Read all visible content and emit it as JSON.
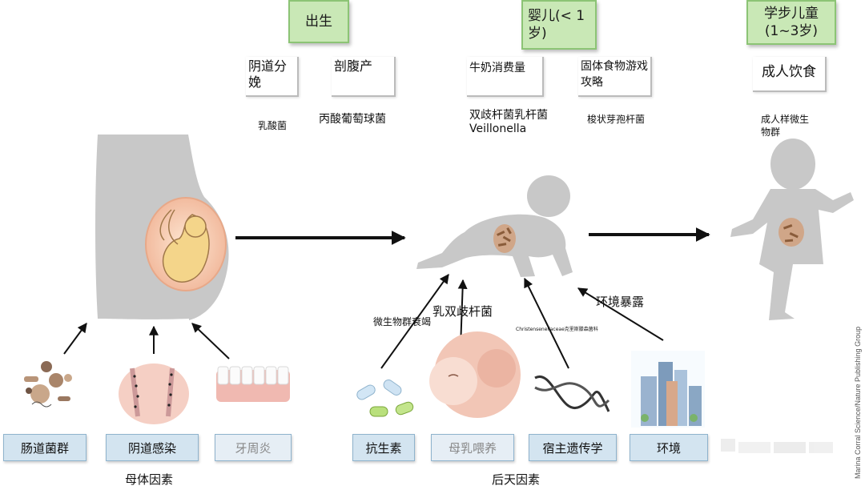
{
  "stages": {
    "birth": "出生",
    "infant": "婴儿(< 1 岁)",
    "toddler": "学步儿童 (1~3岁)"
  },
  "birth_modes": {
    "vaginal": "阴道分娩",
    "cesarean": "剖腹产",
    "vaginal_microbe": "乳酸菌",
    "cesarean_microbe": "丙酸葡萄球菌"
  },
  "infant_diet": {
    "milk": "牛奶消费量",
    "solid": "固体食物游戏攻略",
    "milk_microbe": "双歧杆菌乳杆菌Veillonella",
    "solid_microbe": "梭状芽孢杆菌"
  },
  "toddler_diet": {
    "adult": "成人饮食",
    "adult_microbe": "成人样微生物群"
  },
  "influences": {
    "dysbiosis": "微生物群衰竭",
    "lacto_bifido": "乳双歧杆菌",
    "christensenellaceae": "Christensenellaceae克里斯滕森菌科",
    "environment_exposure": "环境暴露"
  },
  "maternal_factors": {
    "label": "母体因素",
    "items": [
      "肠道菌群",
      "阴道感染",
      "牙周炎"
    ]
  },
  "acquired_factors": {
    "label": "后天因素",
    "items": [
      "抗生素",
      "母乳喂养",
      "宿主遗传学",
      "环境"
    ]
  },
  "credit": "Marina Corral Science/Nature Publishing Group",
  "colors": {
    "stage_fill": "#c9e8b6",
    "factor_fill": "#d3e4f0",
    "silhouette": "#c8c8c8",
    "arrow": "#111111"
  }
}
